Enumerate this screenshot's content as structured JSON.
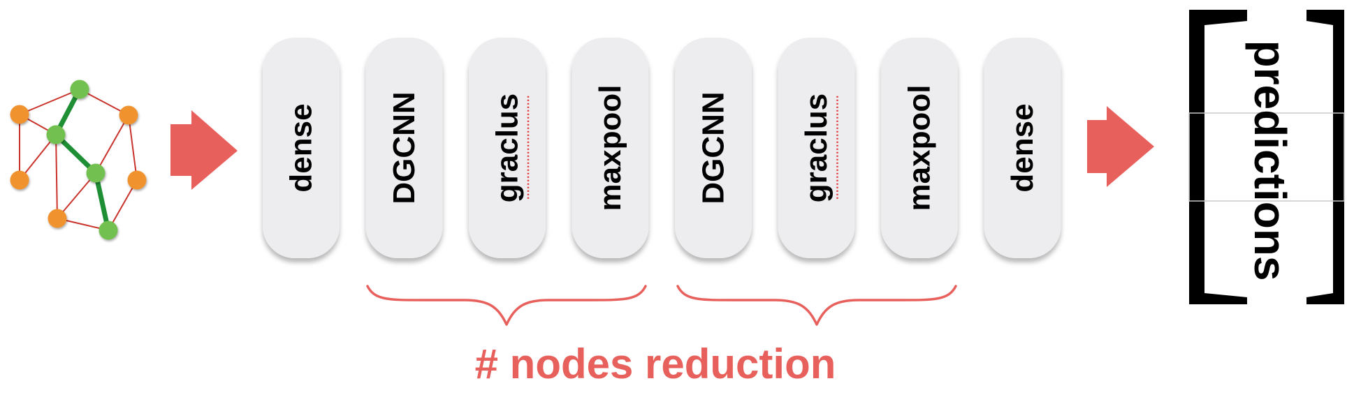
{
  "colors": {
    "arrow": "#e8605c",
    "brace": "#e8605c",
    "caption": "#e8605c",
    "layer_fill": "#ededf0",
    "node_orange": "#f0932e",
    "node_green": "#72c04f",
    "edge_red": "#c9332b",
    "edge_green": "#1f8f35",
    "spellcheck_underline": "#e03030"
  },
  "graph_icon": {
    "name": "graph-icon"
  },
  "layers": [
    {
      "label": "dense"
    },
    {
      "label": "DGCNN"
    },
    {
      "label": "graclus"
    },
    {
      "label": "maxpool"
    },
    {
      "label": "DGCNN"
    },
    {
      "label": "graclus"
    },
    {
      "label": "maxpool"
    },
    {
      "label": "dense"
    }
  ],
  "output": {
    "label": "predictions"
  },
  "caption": "# nodes reduction"
}
